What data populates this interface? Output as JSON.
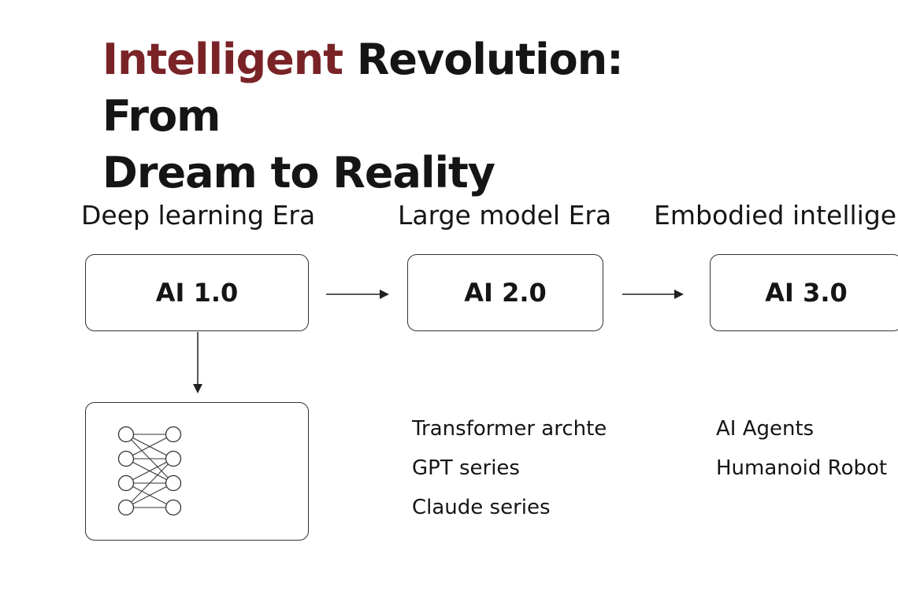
{
  "title": {
    "highlight": "Intelligent",
    "rest_line1": " Revolution: From",
    "line2": "Dream to Reality"
  },
  "colors": {
    "accent": "#7a2326",
    "text": "#151515",
    "stroke": "#333333"
  },
  "stages": [
    {
      "era": "Deep learning Era",
      "name": "AI 1.0",
      "items": []
    },
    {
      "era": "Large model Era",
      "name": "AI 2.0",
      "items": [
        "Transformer archte",
        "GPT series",
        "Claude series"
      ]
    },
    {
      "era": "Embodied intelligenc",
      "name": "AI 3.0",
      "items": [
        "AI Agents",
        "Humanoid Robot"
      ]
    }
  ],
  "detail_icon": "neural-network-icon"
}
